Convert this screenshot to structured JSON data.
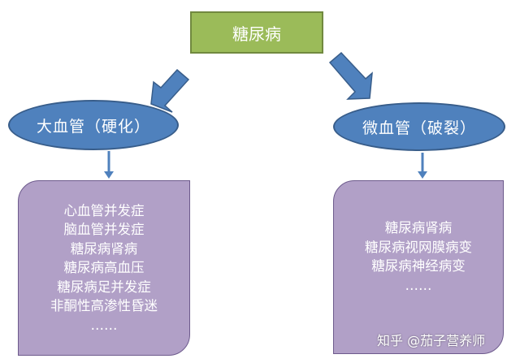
{
  "root": {
    "label": "糖尿病"
  },
  "branches": [
    {
      "title": "大血管（硬化）",
      "items": [
        "心血管并发症",
        "脑血管并发症",
        "糖尿病肾病",
        "糖尿病高血压",
        "糖尿病足并发症",
        "非酮性高渗性昏迷",
        "……"
      ]
    },
    {
      "title": "微血管（破裂）",
      "items": [
        "糖尿病肾病",
        "糖尿病视网膜病变",
        "糖尿病神经病变",
        "……"
      ]
    }
  ],
  "watermark": "知乎 @茄子营养师",
  "colors": {
    "root_fill": "#9bbb59",
    "ellipse_fill": "#4f81bd",
    "panel_fill": "#b1a0c7",
    "arrow_fill": "#4f81bd"
  }
}
